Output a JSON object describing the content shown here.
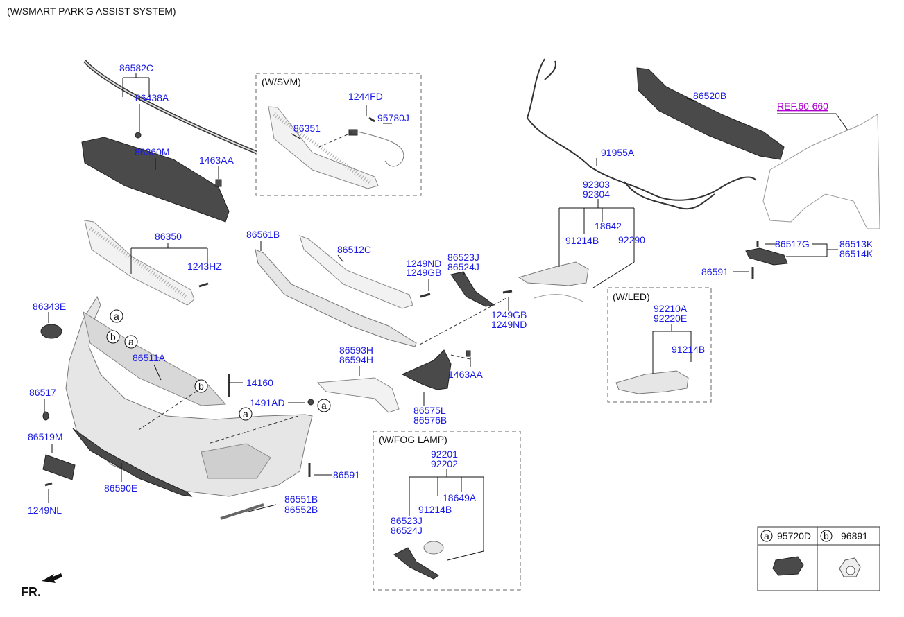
{
  "header": {
    "title": "(W/SMART PARK'G ASSIST SYSTEM)"
  },
  "boxes": {
    "svm": "(W/SVM)",
    "led": "(W/LED)",
    "fog": "(W/FOG LAMP)"
  },
  "ref": "REF.60-660",
  "front_label": "FR.",
  "legend": {
    "a_letter": "a",
    "a_code": "95720D",
    "b_letter": "b",
    "b_code": "96891"
  },
  "callouts": {
    "a": "a",
    "b": "b"
  },
  "parts": {
    "p86582C": "86582C",
    "p86438A": "86438A",
    "p86360M": "86360M",
    "p1463AA_1": "1463AA",
    "p86350": "86350",
    "p1243HZ": "1243HZ",
    "p86343E": "86343E",
    "p86511A": "86511A",
    "p86517": "86517",
    "p86519M": "86519M",
    "p1249NL": "1249NL",
    "p86590E": "86590E",
    "p14160": "14160",
    "p1491AD": "1491AD",
    "p86591_1": "86591",
    "p86551B": "86551B",
    "p86552B": "86552B",
    "p1244FD": "1244FD",
    "p95780J": "95780J",
    "p86351": "86351",
    "p86561B": "86561B",
    "p86512C": "86512C",
    "p1249ND_1": "1249ND",
    "p1249GB_1": "1249GB",
    "p86523J_1": "86523J",
    "p86524J_1": "86524J",
    "p1249GB_2": "1249GB",
    "p1249ND_2": "1249ND",
    "p86593H": "86593H",
    "p86594H": "86594H",
    "p1463AA_2": "1463AA",
    "p86575L": "86575L",
    "p86576B": "86576B",
    "p92201": "92201",
    "p92202": "92202",
    "p18649A": "18649A",
    "p91214B_fog": "91214B",
    "p86523J_2": "86523J",
    "p86524J_2": "86524J",
    "p91955A": "91955A",
    "p92303": "92303",
    "p92304": "92304",
    "p18642": "18642",
    "p91214B_1": "91214B",
    "p92290": "92290",
    "p86520B": "86520B",
    "p92210A": "92210A",
    "p92220E": "92220E",
    "p91214B_led": "91214B",
    "p86517G": "86517G",
    "p86513K": "86513K",
    "p86514K": "86514K",
    "p86591_2": "86591"
  }
}
